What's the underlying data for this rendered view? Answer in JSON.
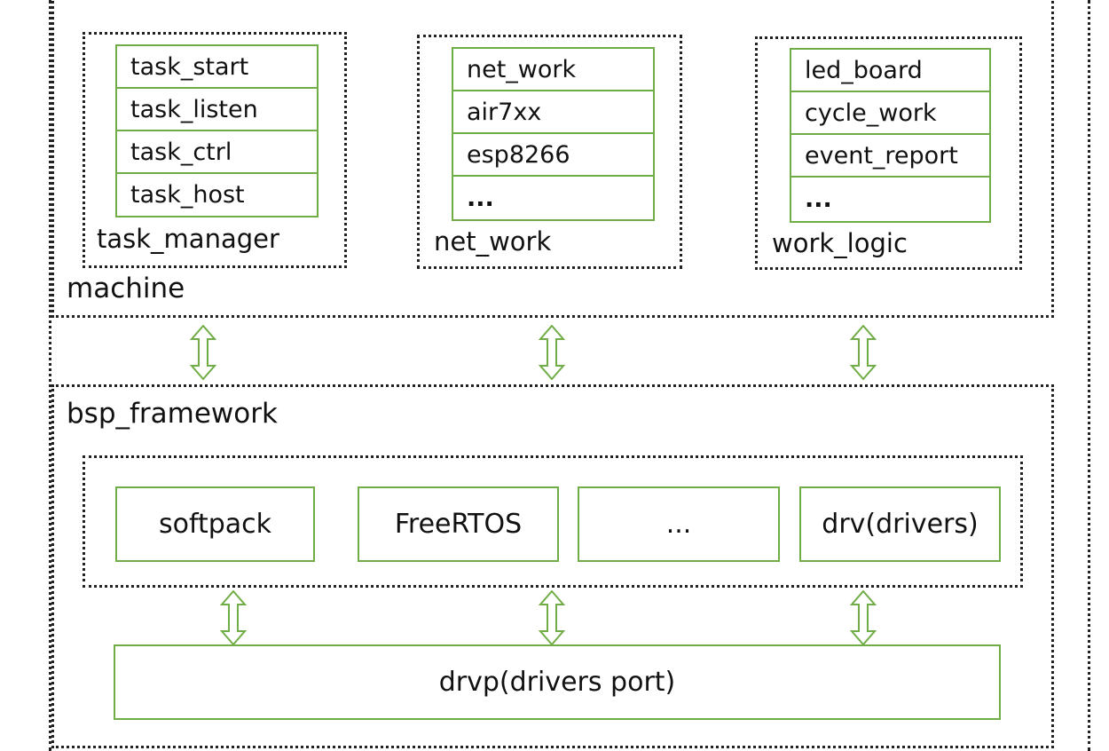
{
  "machine": {
    "label": "machine",
    "groups": [
      {
        "label": "task_manager",
        "items": [
          "task_start",
          "task_listen",
          "task_ctrl",
          "task_host"
        ]
      },
      {
        "label": "net_work",
        "items": [
          "net_work",
          "air7xx",
          "esp8266",
          "..."
        ]
      },
      {
        "label": "work_logic",
        "items": [
          "led_board",
          "cycle_work",
          "event_report",
          "..."
        ]
      }
    ]
  },
  "bsp_framework": {
    "label": "bsp_framework",
    "modules": [
      "softpack",
      "FreeRTOS",
      "...",
      "drv(drivers)"
    ],
    "port": "drvp(drivers port)"
  },
  "colors": {
    "box_border": "#70ad47",
    "arrow": "#70ad47",
    "dotted_border": "#222222"
  }
}
